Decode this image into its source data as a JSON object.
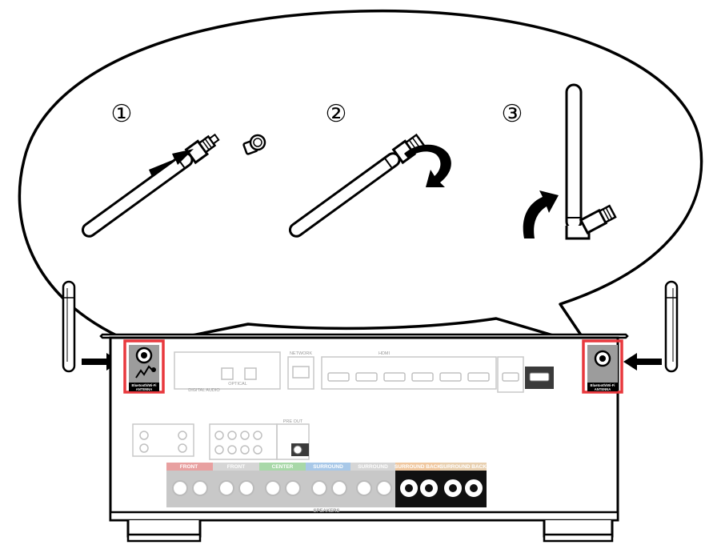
{
  "steps": [
    "①",
    "②",
    "③"
  ],
  "antenna_label_line1": "Bluetooth/Wi-Fi",
  "antenna_label_line2": "ANTENNA",
  "panel_labels": {
    "network": "NETWORK",
    "optical": "OPTICAL",
    "digital_audio": "DIGITAL AUDIO",
    "hdmi": "HDMI",
    "speakers": "SPEAKERS",
    "front": "FRONT",
    "center": "CENTER",
    "surround": "SURROUND",
    "surround_back": "SURROUND BACK",
    "pre_out": "PRE OUT"
  },
  "colors": {
    "highlight_red": "#e8383d",
    "panel_grey": "#c8c8c8",
    "front_red": "#e8a0a0",
    "center_green": "#a8d8a8",
    "surround_blue": "#a8c8e8",
    "surround_back_orange": "#f0c8a0"
  }
}
